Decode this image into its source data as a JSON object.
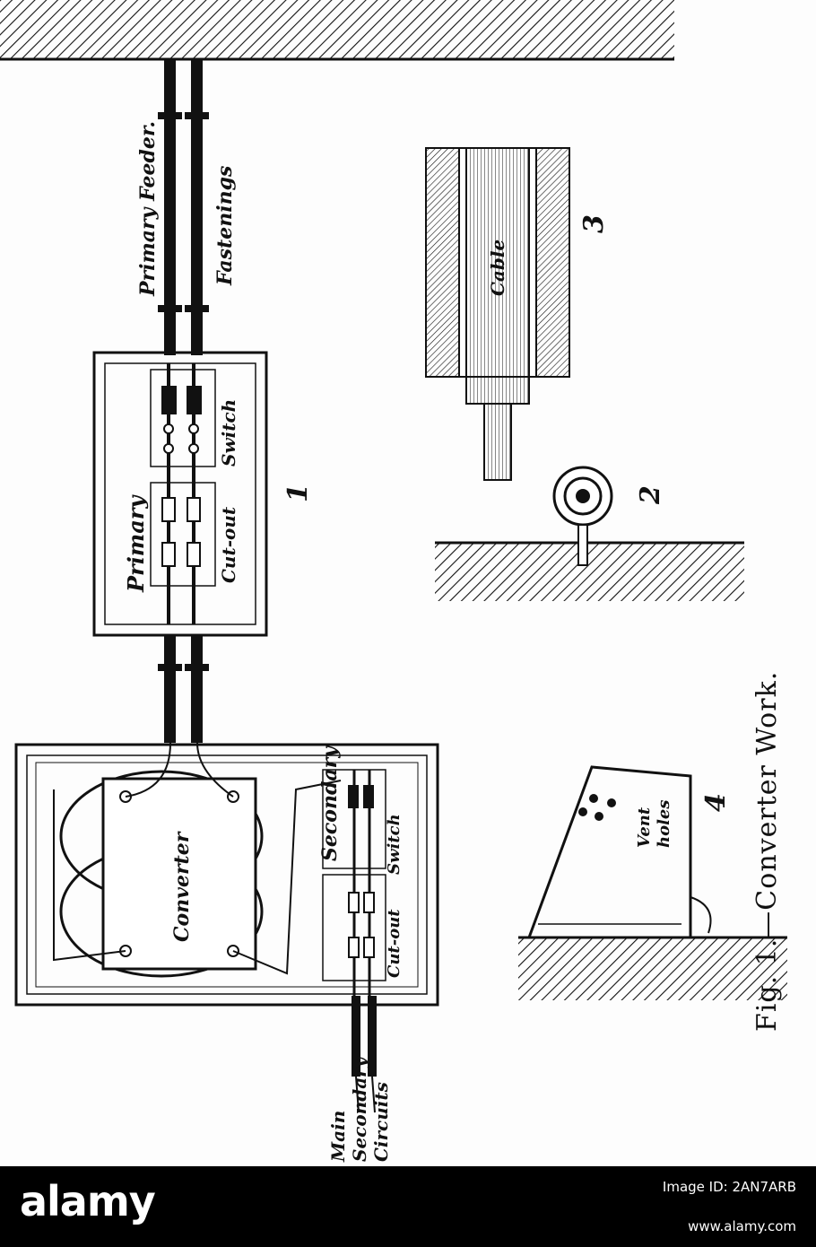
{
  "figure": {
    "caption": "Fig. 1.—Converter Work.",
    "labels": {
      "primary_feeder": "Primary Feeder.",
      "fastenings": "Fastenings",
      "primary": "Primary",
      "switch_primary": "Switch",
      "cutout_primary": "Cut-out",
      "converter": "Converter",
      "secondary": "Secondary",
      "cutout_secondary": "Cut-out",
      "switch_secondary": "Switch",
      "main": "Main",
      "secondary_circuits_1": "Secondary",
      "secondary_circuits_2": "Circuits",
      "cable": "Cable",
      "vent": "Vent",
      "holes": "holes"
    },
    "numbers": {
      "n1": "1",
      "n2": "2",
      "n3": "3",
      "n4": "4"
    }
  },
  "footer": {
    "brand": "alamy",
    "image_id": "Image ID: 2AN7ARB",
    "url": "www.alamy.com"
  }
}
